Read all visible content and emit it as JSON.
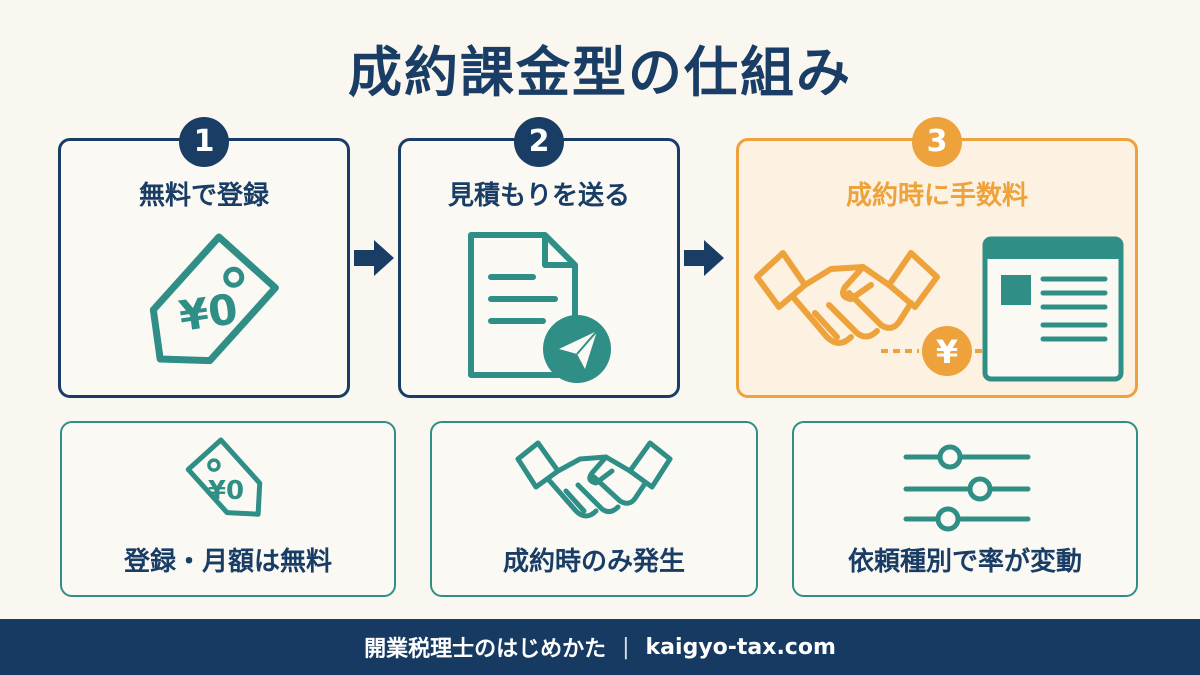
{
  "title": "成約課金型の仕組み",
  "steps": [
    {
      "number": "1",
      "title": "無料で登録",
      "icon": "price-tag-icon",
      "tag_text": "¥0"
    },
    {
      "number": "2",
      "title": "見積もりを送る",
      "icon": "document-send-icon"
    },
    {
      "number": "3",
      "title": "成約時に手数料",
      "icon": "handshake-payment-icon",
      "currency": "¥"
    }
  ],
  "features": [
    {
      "label": "登録・月額は無料",
      "icon": "price-tag-icon",
      "tag_text": "¥0"
    },
    {
      "label": "成約時のみ発生",
      "icon": "handshake-icon"
    },
    {
      "label": "依頼種別で率が変動",
      "icon": "sliders-icon"
    }
  ],
  "footer": {
    "site_name": "開業税理士のはじめかた",
    "separator": "|",
    "domain": "kaigyo-tax.com"
  },
  "colors": {
    "navy": "#1a3d66",
    "teal": "#2f8e85",
    "orange": "#eea23c",
    "background": "#faf7f0"
  }
}
